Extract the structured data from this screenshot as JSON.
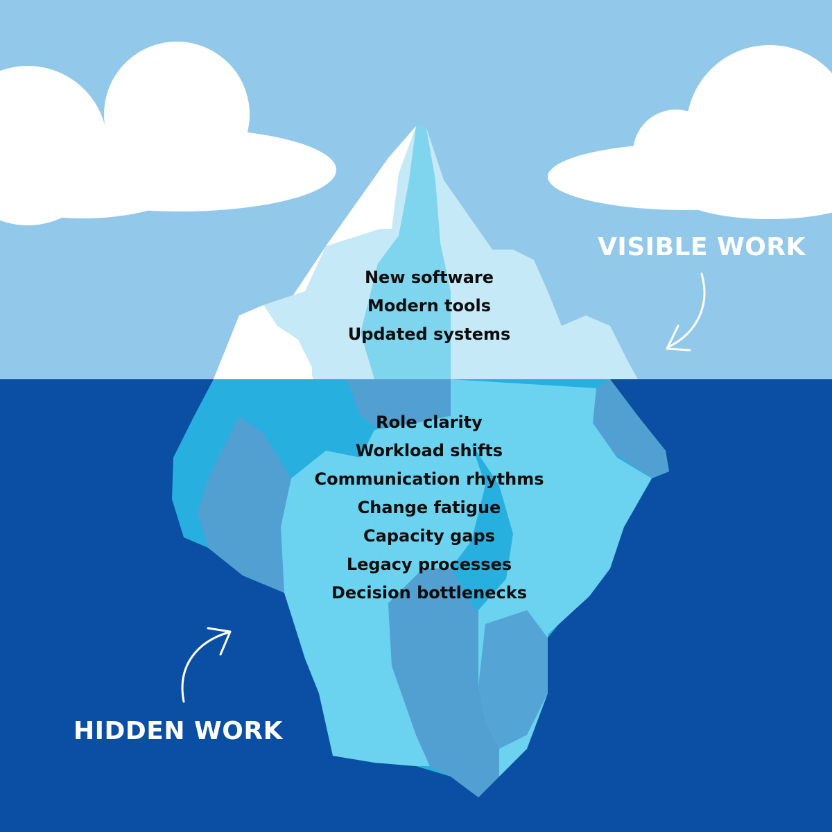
{
  "labels": {
    "visible": "VISIBLE WORK",
    "hidden": "HIDDEN WORK"
  },
  "visible_items": [
    "New software",
    "Modern tools",
    "Updated systems"
  ],
  "hidden_items": [
    "Role clarity",
    "Workload shifts",
    "Communication rhythms",
    "Change fatigue",
    "Capacity gaps",
    "Legacy processes",
    "Decision bottlenecks"
  ],
  "colors": {
    "sky": "#92c9ea",
    "water": "#0a4fa3",
    "ice_white": "#ffffff",
    "ice_light": "#c6e9f8",
    "ice_mid": "#7fd4ee",
    "ice_blue": "#27b0df",
    "ice_pale": "#6bd3f0",
    "ice_slate": "#529fd2",
    "text_dark": "#0d0d0d",
    "label_text": "#ffffff"
  }
}
